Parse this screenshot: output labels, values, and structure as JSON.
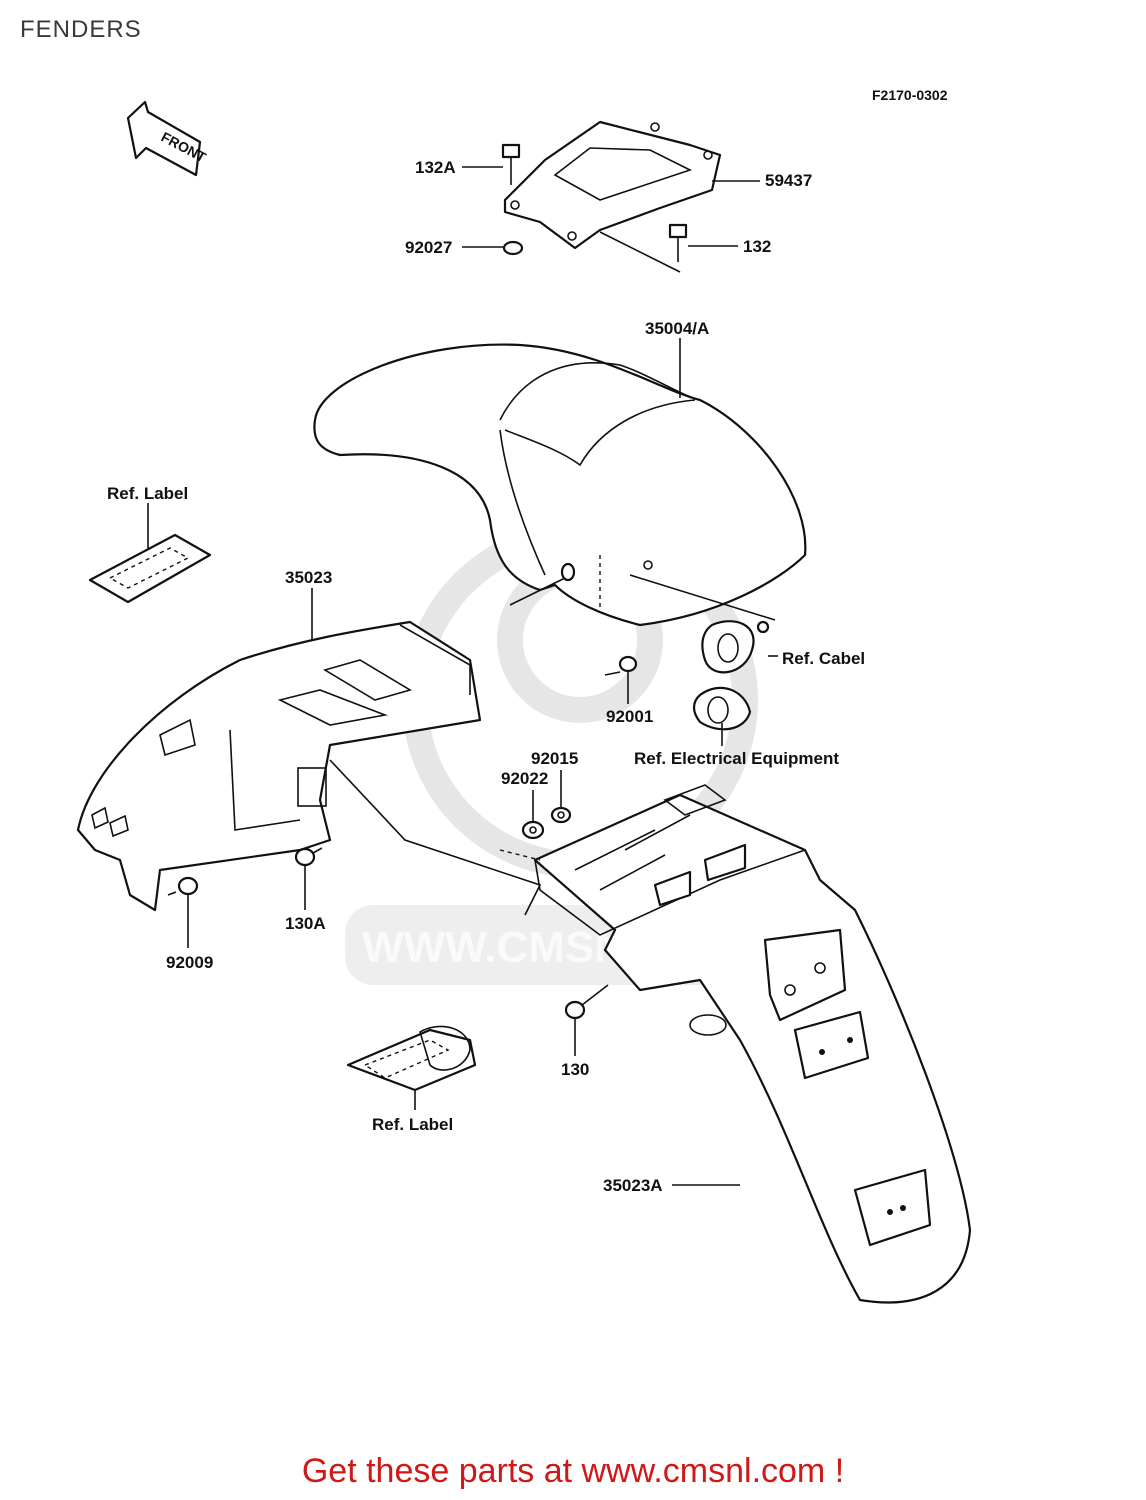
{
  "page": {
    "title": "FENDERS"
  },
  "diagram": {
    "figure_code": "F2170-0302",
    "front_arrow_text": "FRONT",
    "parts": {
      "p132A": "132A",
      "p59437": "59437",
      "p92027": "92027",
      "p132": "132",
      "p35004A": "35004/A",
      "ref_label_top": "Ref. Label",
      "p35023": "35023",
      "ref_cabel": "Ref. Cabel",
      "p92001": "92001",
      "ref_electrical": "Ref. Electrical Equipment",
      "p92015": "92015",
      "p92022": "92022",
      "p130A": "130A",
      "p92009": "92009",
      "p130": "130",
      "ref_label_bottom": "Ref. Label",
      "p35023A": "35023A"
    },
    "watermark_text": "WWW.CMSNL.COM"
  },
  "footer": {
    "link_text": "Get these parts at www.cmsnl.com !"
  }
}
